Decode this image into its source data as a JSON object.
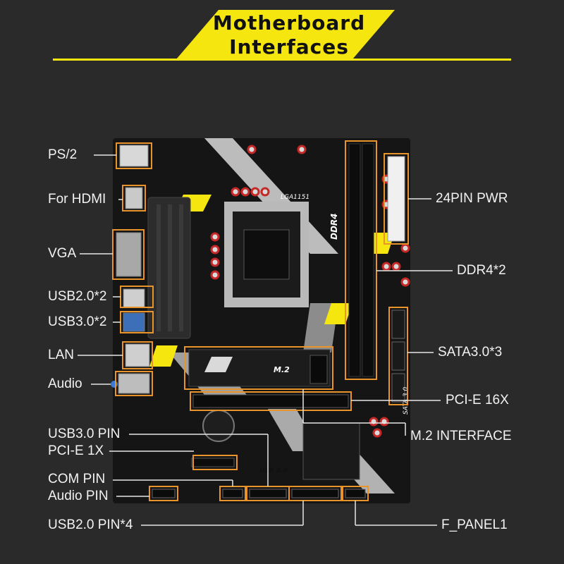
{
  "header": {
    "title_line1": "Motherboard",
    "title_line2": "Interfaces"
  },
  "board": {
    "socket_label": "LGA1151",
    "dimm_label": "DDR4",
    "m2_label": "M.2",
    "usb3_label": "USB 3.0",
    "sata_label": "SATA 3.0"
  },
  "labels_left": [
    "PS/2",
    "For HDMI",
    "VGA",
    "USB2.0*2",
    "USB3.0*2",
    "LAN",
    "Audio",
    "USB3.0  PIN",
    "PCI-E  1X",
    "COM PIN",
    "Audio PIN",
    "USB2.0  PIN*4"
  ],
  "labels_right": [
    "24PIN PWR",
    "DDR4*2",
    "SATA3.0*3",
    "PCI-E 16X",
    "M.2 INTERFACE",
    "F_PANEL1"
  ],
  "colors": {
    "background": "#2a2a2a",
    "accent_yellow": "#f5e60f",
    "callout_orange": "#e8942a",
    "board_black": "#151515",
    "trace_white": "#e6e6e6"
  }
}
